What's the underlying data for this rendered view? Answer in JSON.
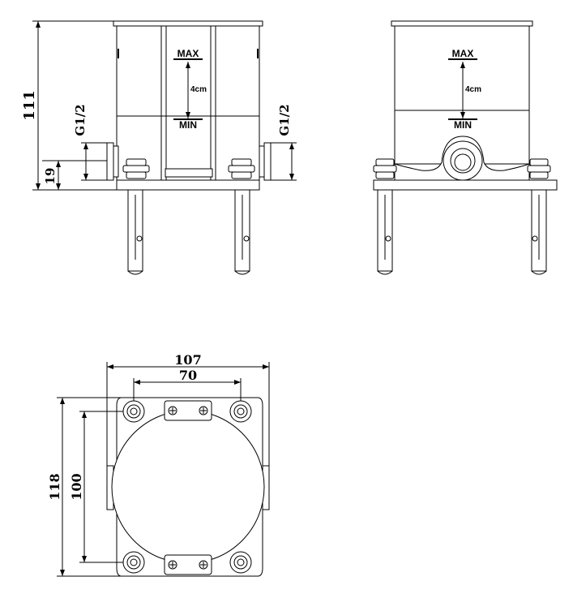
{
  "front_view": {
    "dim_height": "111",
    "dim_port_left": "G1/2",
    "dim_port_right": "G1/2",
    "dim_port_height": "19",
    "level_max": "MAX",
    "level_min": "MIN",
    "level_span": "4cm"
  },
  "side_view": {
    "level_max": "MAX",
    "level_min": "MIN",
    "level_span": "4cm"
  },
  "top_view": {
    "dim_width_outer": "107",
    "dim_width_holes": "70",
    "dim_depth_outer": "118",
    "dim_depth_holes": "100"
  }
}
